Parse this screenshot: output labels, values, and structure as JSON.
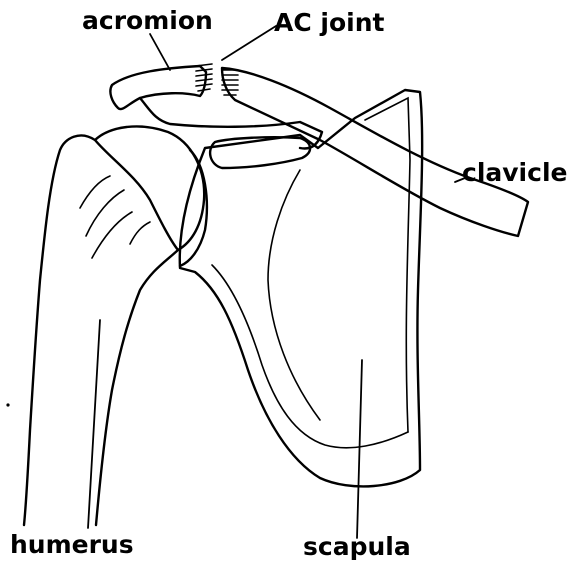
{
  "labels": {
    "acromion": "acromion",
    "ac_joint": "AC joint",
    "clavicle": "clavicle",
    "humerus": "humerus",
    "scapula": "scapula"
  }
}
